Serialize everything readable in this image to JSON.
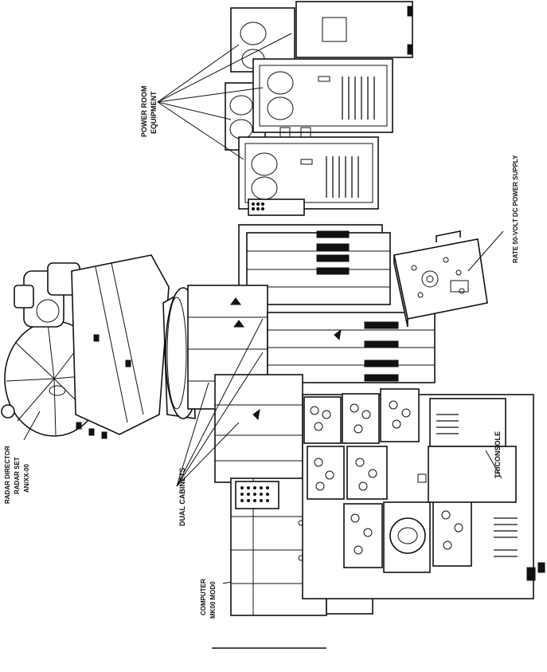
{
  "diagram": {
    "labels": {
      "radar_director": [
        "RADAR DIRECTOR",
        "RADAR SET",
        "AN/XX-00"
      ],
      "computer": [
        "COMPUTER",
        "MK00 MOD0"
      ],
      "dual_cabinets": "DUAL CABINETS",
      "tricon": "TRICONSOLE",
      "power_room": [
        "POWER ROOM",
        "EQUIPMENT"
      ],
      "power_supply": "RATE 50-VOLT DC POWER SUPPLY"
    },
    "colors": {
      "ink": "#111111",
      "paper": "#ffffff"
    }
  }
}
